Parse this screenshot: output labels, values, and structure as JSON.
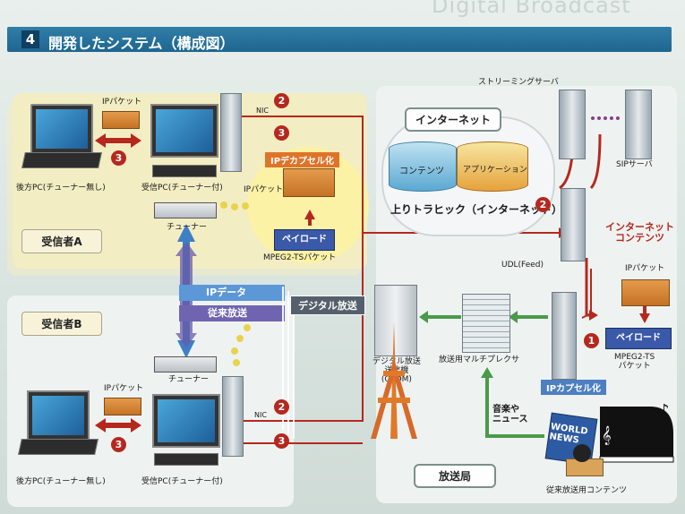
{
  "watermark": "Digital Broadcast",
  "title": {
    "number": "4",
    "text": "開発したシステム（構成図）"
  },
  "colors": {
    "title_bar": "#2a76a3",
    "accent_red": "#b5281e",
    "panel_yellow": "#f3edc3",
    "arrow_green": "#4a9a4a",
    "arrow_blue": "#3f7fc6",
    "arrow_purple": "#6a5aa8"
  },
  "receiver_a": {
    "label": "受信者A",
    "laptop_caption": "後方PC(チューナー無し)",
    "pc_caption": "受信PC(チューナー付)",
    "tuner_caption": "チューナー",
    "ip_packet": "IPパケット",
    "nic": "NIC",
    "ip_decap": "IPデカプセル化",
    "ip_packet_center": "IPパケット",
    "payload": "ペイロード",
    "mpeg_packet": "MPEG2-TSパケット",
    "step_left": "3",
    "step_nic_1": "2",
    "step_nic_2": "3"
  },
  "receiver_b": {
    "label": "受信者B",
    "laptop_caption": "後方PC(チューナー無し)",
    "pc_caption": "受信PC(チューナー付)",
    "tuner_caption": "チューナー",
    "ip_packet": "IPパケット",
    "nic": "NIC",
    "step_left": "3",
    "step_nic_1": "2",
    "step_nic_2": "3"
  },
  "internet": {
    "label": "インターネット",
    "content": "コンテンツ",
    "application": "アプリケーション",
    "uplink": "上りトラヒック（インターネット）",
    "step": "2"
  },
  "servers": {
    "streaming": "ストリーミングサーバ",
    "sip": "SIPサーバ",
    "udl": "UDL(Feed)",
    "internet_content": "インターネット\nコンテンツ"
  },
  "broadcast": {
    "ip_data": "IPデータ",
    "legacy": "従来放送",
    "digital": "デジタル放送",
    "transmitter": "デジタル放送\n送信機\n(OFDM)",
    "multiplexer": "放送用マルチプレクサ",
    "ip_encap": "IPカプセル化",
    "ip_packet": "IPパケット",
    "payload": "ペイロード",
    "mpeg_packet": "MPEG2-TS\nパケット",
    "step": "1",
    "station_label": "放送局",
    "music_news": "音楽や\nニュース",
    "world_news": "WORLD\nNEWS",
    "legacy_content": "従来放送用コンテンツ"
  }
}
